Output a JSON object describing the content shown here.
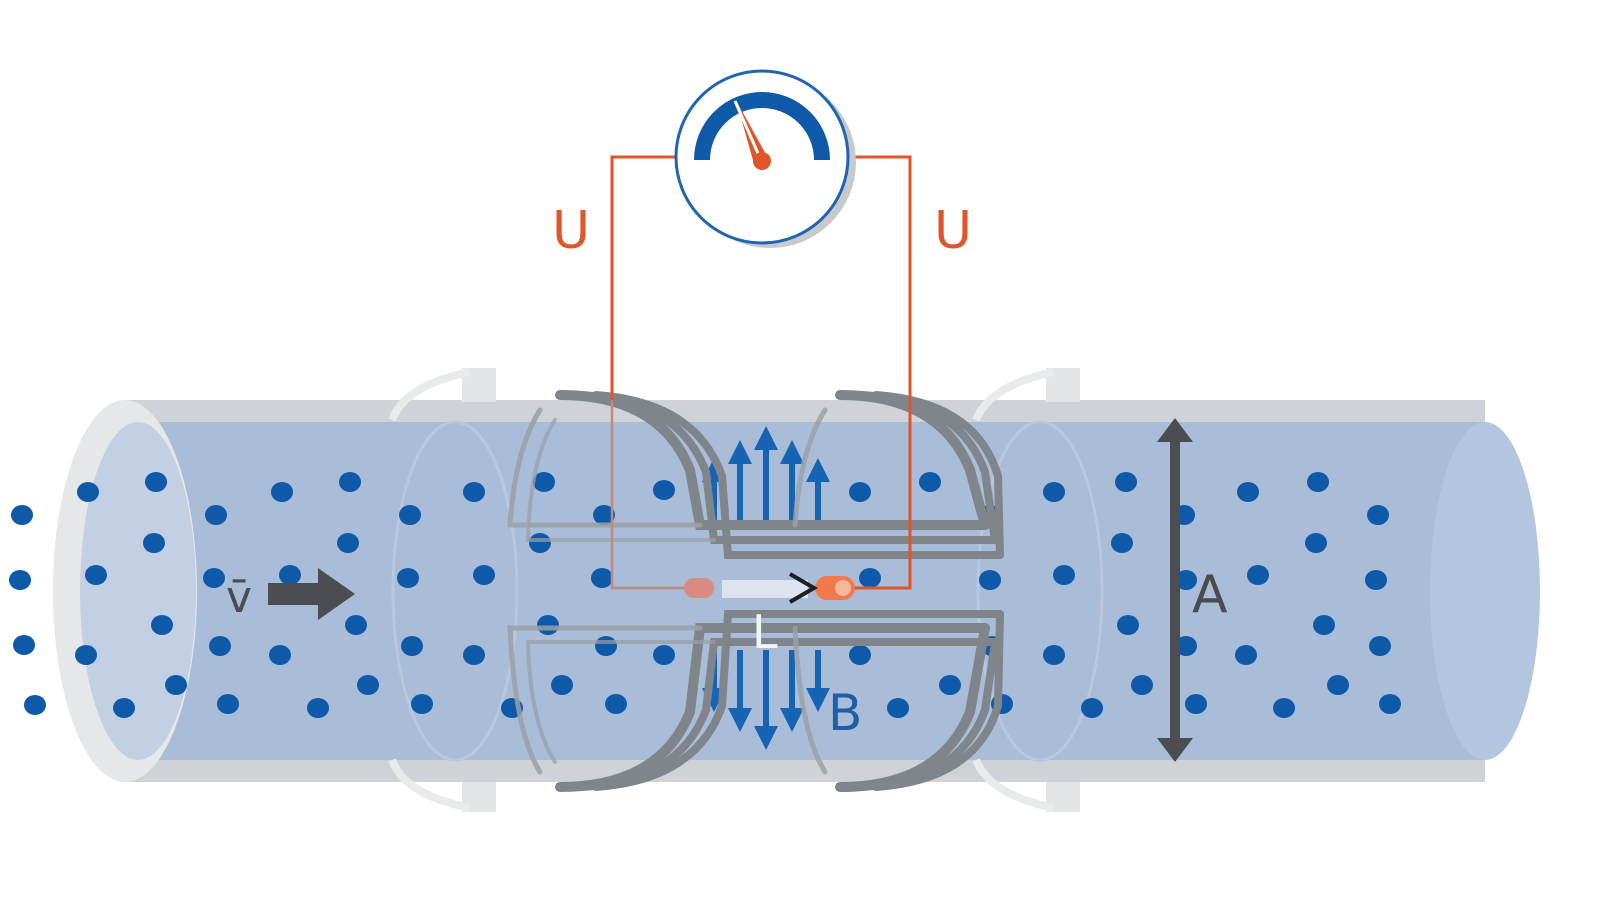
{
  "labels": {
    "voltage_left": "U",
    "voltage_right": "U",
    "velocity": "v̄",
    "field": "B",
    "electrode_distance": "L",
    "area": "A"
  },
  "colors": {
    "pipe_fluid": "#a9bcd8",
    "pipe_wall": "#cfd2d6",
    "particle": "#0f5aa8",
    "wire": "#e0552a",
    "coil": "#7f858b",
    "field_arrow": "#1764b4",
    "meter_arc": "#0f5aa8",
    "meter_needle": "#e0552a",
    "dark_arrow": "#4b4d52"
  },
  "icons": {
    "meter": "voltmeter-gauge-icon",
    "flow_direction": "flow-arrow-icon",
    "electrode": "electrode-icon"
  }
}
